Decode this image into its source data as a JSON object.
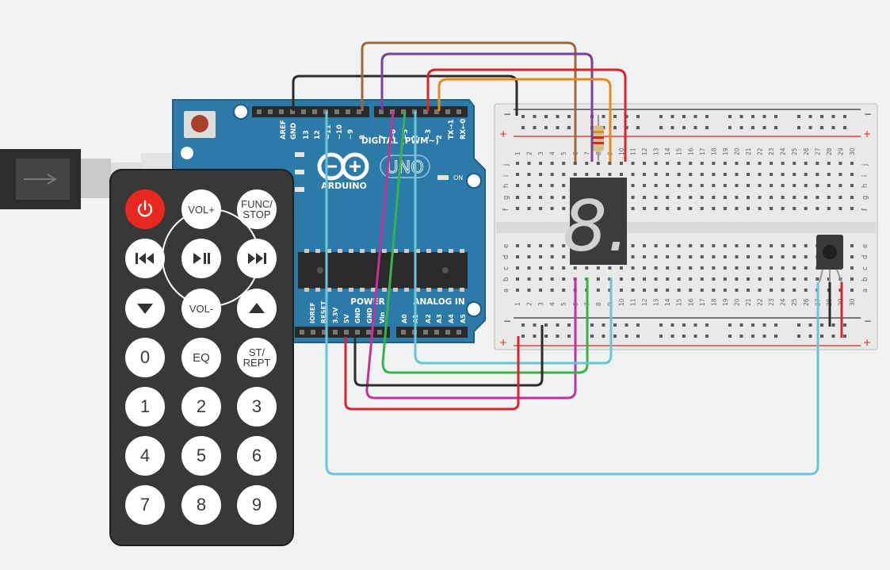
{
  "colors": {
    "background": "#f1f2f2",
    "arduino_board": "#2b7aa8",
    "remote_body": "#383838",
    "power_button": "#e8281f",
    "wire_black": "#2b2b2b",
    "wire_brown": "#9a6a3e",
    "wire_purple": "#7b3fa0",
    "wire_red": "#d9252a",
    "wire_orange": "#e88a1a",
    "wire_magenta": "#c2339a",
    "wire_green": "#36b34a",
    "wire_cyan": "#6cc5d6"
  },
  "arduino": {
    "brand": "ARDUINO",
    "model": "UNO",
    "digital_label": "DIGITAL (PWM~)",
    "power_label": "POWER",
    "analog_label": "ANALOG IN",
    "on_label": "ON",
    "top_pins": [
      "AREF",
      "GND",
      "13",
      "12",
      "~11",
      "~10",
      "~9",
      "8",
      "7",
      "~6",
      "~5",
      "4",
      "~3",
      "2",
      "TX→1",
      "RX←0"
    ],
    "bottom_pins": [
      "IOREF",
      "RESET",
      "3.3V",
      "5V",
      "GND",
      "GND",
      "Vin",
      "A0",
      "A1",
      "A2",
      "A3",
      "A4",
      "A5"
    ]
  },
  "remote": {
    "power_icon": "power-icon",
    "vol_up": "VOL+",
    "func_stop": "FUNC/\nSTOP",
    "rewind_icon": "rewind-icon",
    "play_pause_icon": "play-pause-icon",
    "fast_forward_icon": "fast-forward-icon",
    "down_icon": "triangle-down-icon",
    "vol_down": "VOL-",
    "up_icon": "triangle-up-icon",
    "zero": "0",
    "eq": "EQ",
    "st_rept": "ST/\nREPT",
    "numbers": [
      "1",
      "2",
      "3",
      "4",
      "5",
      "6",
      "7",
      "8",
      "9"
    ]
  },
  "breadboard": {
    "minus": "−",
    "plus": "+",
    "row_letters_top": [
      "j",
      "i",
      "h",
      "g",
      "f"
    ],
    "row_letters_bottom": [
      "e",
      "d",
      "c",
      "b",
      "a"
    ],
    "column_numbers": [
      "1",
      "2",
      "3",
      "4",
      "5",
      "6",
      "7",
      "8",
      "9",
      "10",
      "11",
      "12",
      "13",
      "14",
      "15",
      "16",
      "17",
      "18",
      "19",
      "20",
      "21",
      "22",
      "23",
      "24",
      "25",
      "26",
      "27",
      "28",
      "29",
      "30"
    ]
  },
  "display": {
    "digit": "8."
  }
}
